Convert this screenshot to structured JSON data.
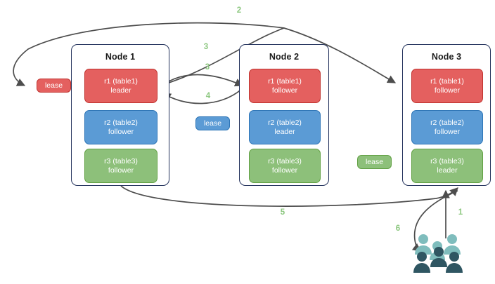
{
  "diagram": {
    "title": "Raft multi-node replica and lease flow",
    "background": "#ffffff",
    "colors": {
      "red": "#e4605f",
      "red_border": "#c0332f",
      "blue": "#5b9bd5",
      "blue_border": "#2e75b6",
      "green": "#8dc07a",
      "green_border": "#61a043",
      "node_border": "#23325c",
      "arrow": "#4d4d4d",
      "label_green": "#8cc77f",
      "people_light": "#7fbdbd",
      "people_dark": "#2f5662"
    }
  },
  "nodes": [
    {
      "title": "Node 1",
      "replicas": [
        {
          "line1": "r1 (table1)",
          "line2": "leader",
          "color": "red"
        },
        {
          "line1": "r2 (table2)",
          "line2": "follower",
          "color": "blue"
        },
        {
          "line1": "r3 (table3)",
          "line2": "follower",
          "color": "green"
        }
      ]
    },
    {
      "title": "Node 2",
      "replicas": [
        {
          "line1": "r1 (table1)",
          "line2": "follower",
          "color": "red"
        },
        {
          "line1": "r2 (table2)",
          "line2": "leader",
          "color": "blue"
        },
        {
          "line1": "r3 (table3)",
          "line2": "follower",
          "color": "green"
        }
      ]
    },
    {
      "title": "Node 3",
      "replicas": [
        {
          "line1": "r1 (table1)",
          "line2": "follower",
          "color": "red"
        },
        {
          "line1": "r2 (table2)",
          "line2": "follower",
          "color": "blue"
        },
        {
          "line1": "r3 (table3)",
          "line2": "leader",
          "color": "green"
        }
      ]
    }
  ],
  "leases": [
    {
      "label": "lease",
      "color": "red"
    },
    {
      "label": "lease",
      "color": "blue"
    },
    {
      "label": "lease",
      "color": "green"
    }
  ],
  "edge_labels": [
    {
      "label": "2"
    },
    {
      "label": "3"
    },
    {
      "label": "3"
    },
    {
      "label": "4"
    },
    {
      "label": "5"
    },
    {
      "label": "1"
    },
    {
      "label": "6"
    }
  ],
  "actors": {
    "icon": "users-icon",
    "count_back": 2,
    "count_mid": 1,
    "count_front": 3
  }
}
